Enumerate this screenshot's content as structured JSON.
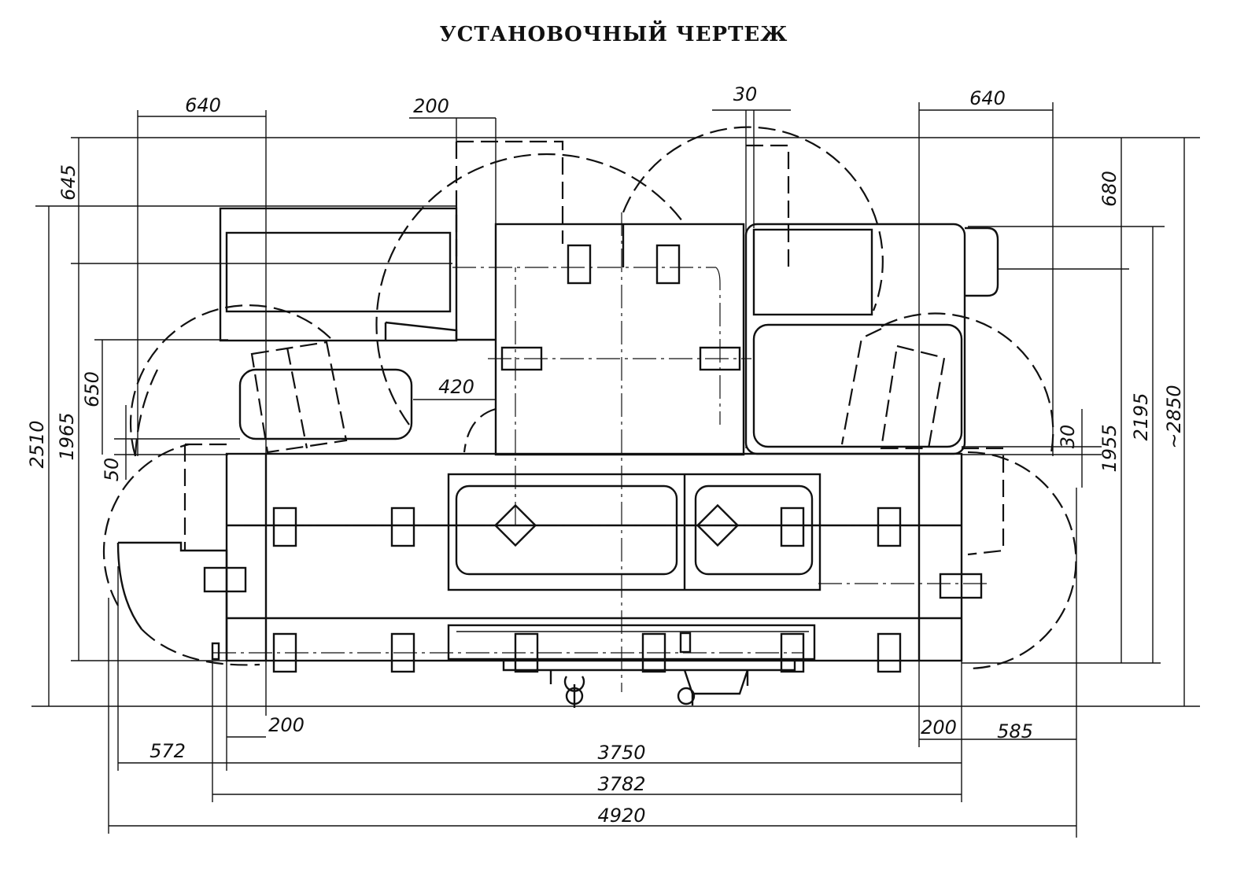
{
  "title": "УСТАНОВОЧНЫЙ ЧЕРТЕЖ",
  "dimensions": {
    "top": {
      "left_640": "640",
      "gap_200": "200",
      "gap_30": "30",
      "right_640": "640"
    },
    "left": {
      "d645": "645",
      "d2510": "2510",
      "d1965": "1965",
      "d650": "650",
      "d50": "50"
    },
    "middle": {
      "d420": "420"
    },
    "right": {
      "d680": "680",
      "d30": "30",
      "d1955": "1955",
      "d2195": "2195",
      "d2850": "~2850"
    },
    "bottom": {
      "left_200": "200",
      "d572": "572",
      "d3750": "3750",
      "d3782": "3782",
      "d4920": "4920",
      "right_200": "200",
      "d585": "585"
    }
  }
}
